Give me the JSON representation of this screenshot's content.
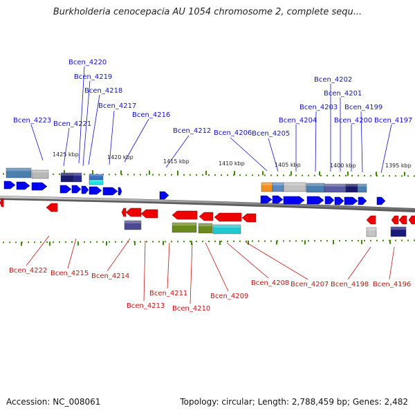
{
  "title": "Burkholderia cenocepacia AU 1054 chromosome 2, complete sequ...",
  "accession": "Accession: NC_008061",
  "topology": "Topology: circular; Length: 2,788,459 bp; Genes: 2,482",
  "colors": {
    "forward_gene": "#0000ee",
    "reverse_gene": "#ee0000",
    "forward_label": "#1010cc",
    "reverse_label": "#cc1010",
    "tick": "#3a8a00",
    "backbone": "#888888"
  },
  "kbp_labels": [
    "1425 kbp",
    "1420 kbp",
    "1415 kbp",
    "1410 kbp",
    "1405 kbp",
    "1400 kbp",
    "1395 kbp"
  ],
  "forward_labels": [
    "Bcen_4223",
    "Bcen_4221",
    "Bcen_4220",
    "Bcen_4219",
    "Bcen_4218",
    "Bcen_4217",
    "Bcen_4216",
    "Bcen_4212",
    "Bcen_4206",
    "Bcen_4205",
    "Bcen_4204",
    "Bcen_4203",
    "Bcen_4202",
    "Bcen_4201",
    "Bcen_4200",
    "Bcen_4199",
    "Bcen_4197"
  ],
  "reverse_labels": [
    "Bcen_4222",
    "Bcen_4215",
    "Bcen_4214",
    "Bcen_4213",
    "Bcen_4211",
    "Bcen_4210",
    "Bcen_4209",
    "Bcen_4208",
    "Bcen_4207",
    "Bcen_4198",
    "Bcen_4196"
  ]
}
